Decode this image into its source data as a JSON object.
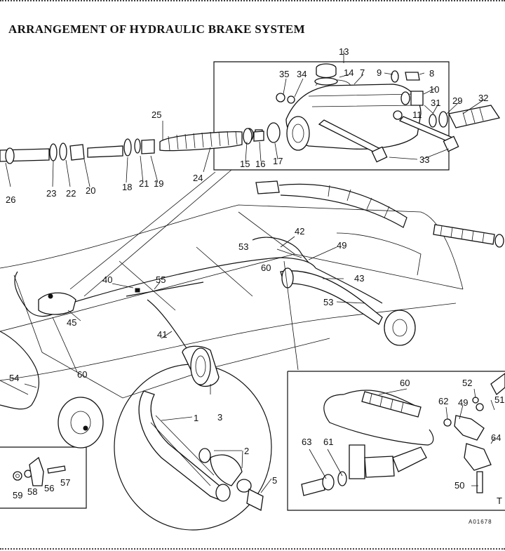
{
  "title": "ARRANGEMENT OF HYDRAULIC BRAKE SYSTEM",
  "figure_code": "A01678",
  "corner_mark": "T",
  "part_labels": {
    "p1": "1",
    "p2": "2",
    "p3": "3",
    "p5": "5",
    "p7": "7",
    "p8": "8",
    "p9": "9",
    "p10": "10",
    "p11": "11",
    "p13": "13",
    "p14": "14",
    "p15": "15",
    "p16": "16",
    "p17": "17",
    "p18": "18",
    "p19": "19",
    "p20": "20",
    "p21": "21",
    "p22": "22",
    "p23": "23",
    "p24": "24",
    "p25": "25",
    "p26": "26",
    "p29": "29",
    "p31": "31",
    "p32": "32",
    "p33": "33",
    "p34": "34",
    "p35": "35",
    "p40": "40",
    "p41": "41",
    "p42": "42",
    "p43": "43",
    "p45": "45",
    "p49": "49",
    "p49b": "49",
    "p50": "50",
    "p51": "51",
    "p52": "52",
    "p53a": "53",
    "p53b": "53",
    "p54": "54",
    "p55": "55",
    "p56": "56",
    "p57": "57",
    "p58": "58",
    "p59": "59",
    "p60a": "60",
    "p60b": "60",
    "p60c": "60",
    "p61": "61",
    "p62": "62",
    "p63": "63",
    "p64": "64"
  }
}
